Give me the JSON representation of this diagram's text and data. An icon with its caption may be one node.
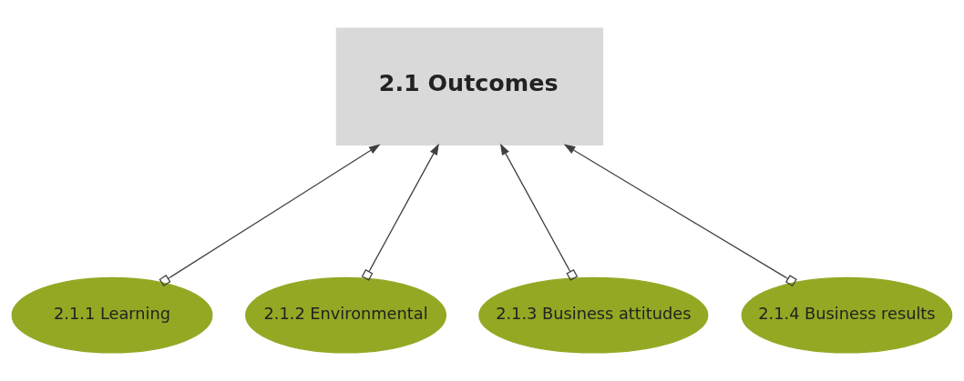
{
  "diagram": {
    "nodes": [
      {
        "text": [
          "2.1 Outcomes"
        ]
      },
      {
        "text": [
          "2.1.1 Learning"
        ]
      },
      {
        "text": [
          "2.1.2 Environmental"
        ]
      },
      {
        "text": [
          "2.1.3 Business attitudes"
        ]
      },
      {
        "text": [
          "2.1.4 Business results"
        ]
      }
    ],
    "edges": [
      {
        "from": 1,
        "to": 0,
        "arrow": "to"
      },
      {
        "from": 2,
        "to": 0,
        "arrow": "to"
      },
      {
        "from": 3,
        "to": 0,
        "arrow": "to"
      },
      {
        "from": 4,
        "to": 0,
        "arrow": "to"
      }
    ]
  }
}
